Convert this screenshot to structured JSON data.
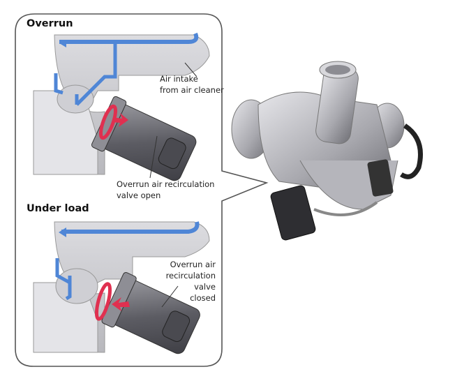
{
  "panels": {
    "overrun": {
      "title": "Overrun",
      "label_intake_1": "Air intake",
      "label_intake_2": "from air cleaner",
      "label_valve_1": "Overrun air recirculation",
      "label_valve_2": "valve open"
    },
    "under_load": {
      "title": "Under load",
      "label_valve_1": "Overrun air",
      "label_valve_2": "recirculation",
      "label_valve_3": "valve",
      "label_valve_4": "closed"
    }
  },
  "colors": {
    "airflow": "#4f86d6",
    "valve_seal": "#e03050",
    "housing": "#c8c8cc",
    "valve_body": "#6d6d74"
  }
}
